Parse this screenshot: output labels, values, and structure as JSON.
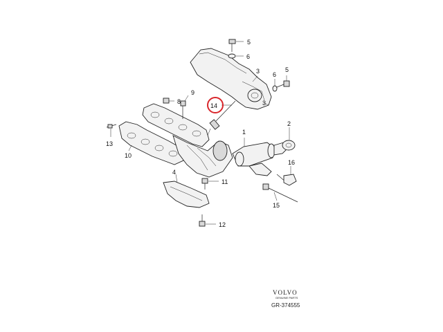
{
  "diagram": {
    "callouts": [
      "5",
      "6",
      "3",
      "6",
      "5",
      "9",
      "8",
      "14",
      "3",
      "1",
      "2",
      "13",
      "10",
      "16",
      "4",
      "11",
      "15",
      "12"
    ],
    "highlighted_callout": "14",
    "highlight_color": "#d9262b"
  },
  "branding": {
    "logo_text": "VOLVO",
    "logo_subtext": "GENUINE PARTS",
    "reference_code": "GR-374555"
  }
}
